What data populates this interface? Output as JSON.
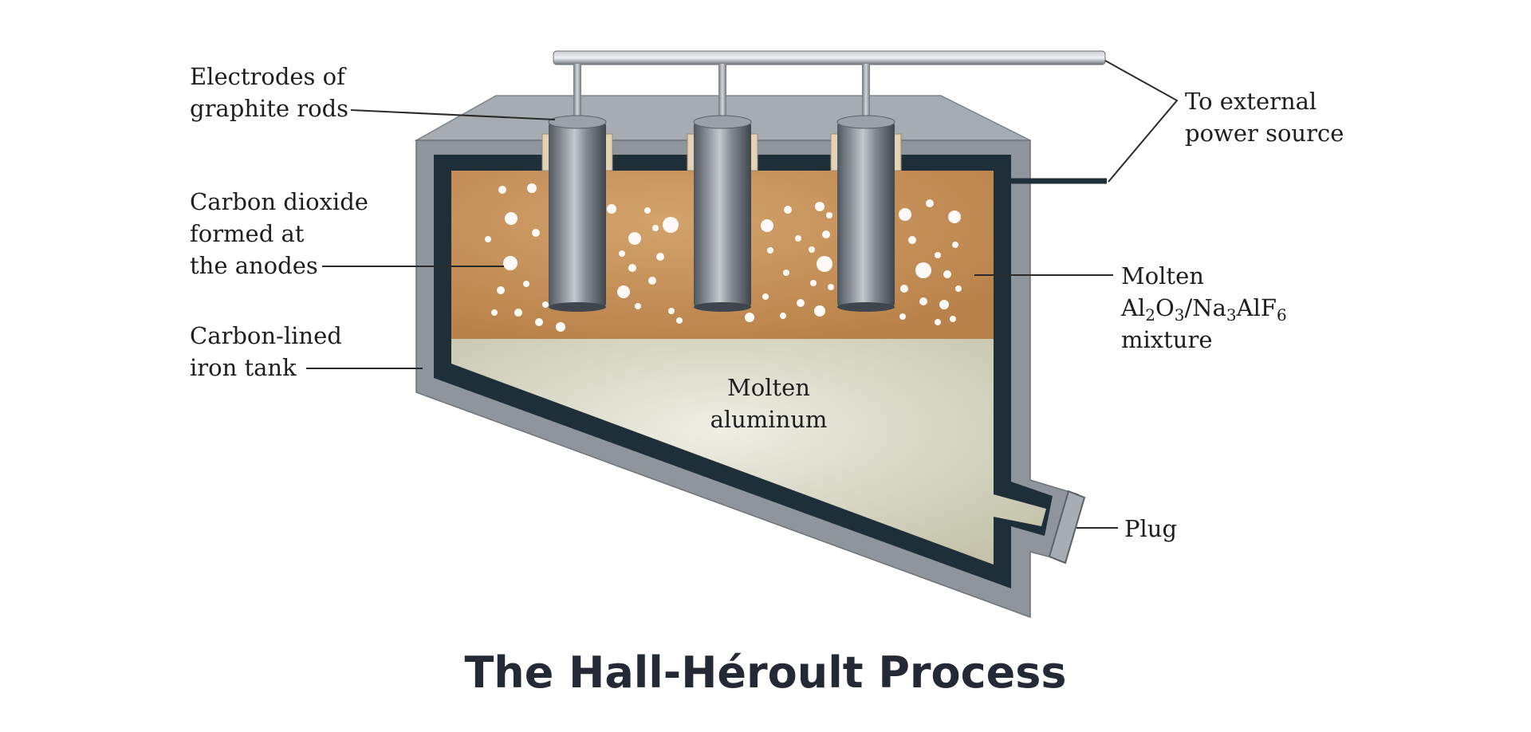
{
  "labels": {
    "electrodes": [
      "Electrodes of",
      "graphite rods"
    ],
    "power": [
      "To external",
      "power source"
    ],
    "co2": [
      "Carbon dioxide",
      "formed at",
      "the anodes"
    ],
    "mixture_line1": "Molten",
    "mixture_formula_parts": [
      "Al",
      "2",
      "O",
      "3",
      "/Na",
      "3",
      "AlF",
      "6"
    ],
    "mixture_line3": "mixture",
    "tank": [
      "Carbon-lined",
      "iron tank"
    ],
    "aluminum": [
      "Molten",
      "aluminum"
    ],
    "plug": "Plug"
  },
  "title": "The Hall-Héroult Process",
  "colors": {
    "electrolyte": "#b9824a",
    "electrolyte_light": "#d3a36c",
    "aluminum": "#cfceb8",
    "carbon_lining": "#1f2f39",
    "tank_shell": "#8f959c",
    "bubbles": "#ffffff",
    "title": "#242a35"
  }
}
